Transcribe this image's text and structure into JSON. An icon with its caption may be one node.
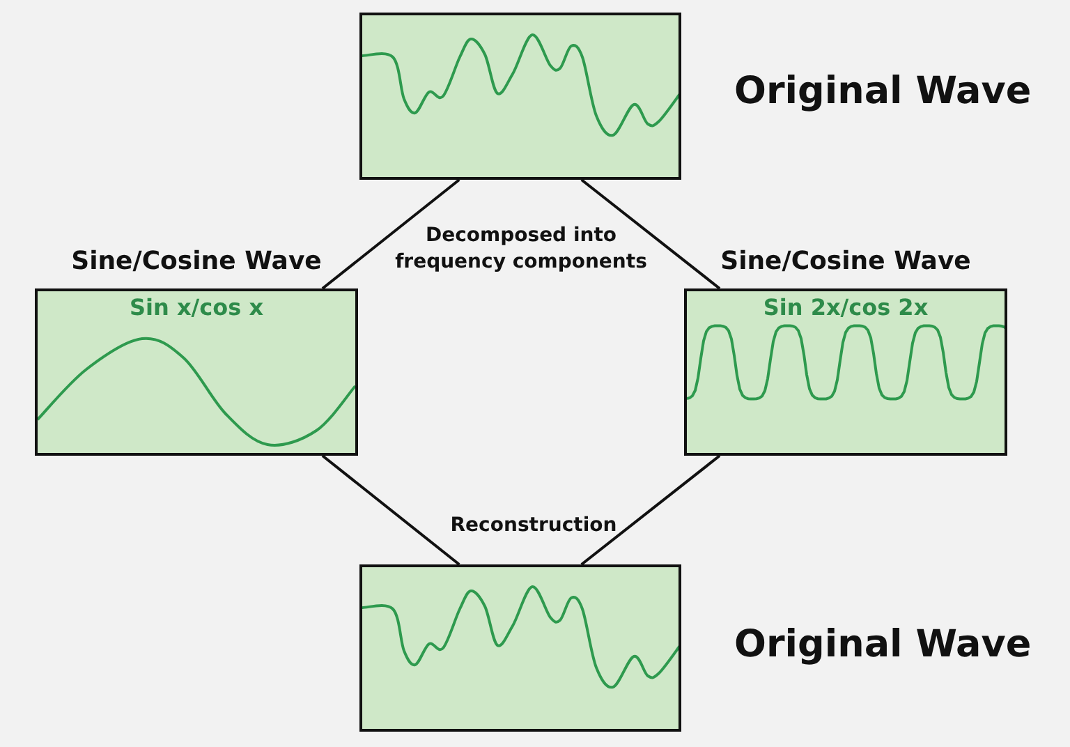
{
  "diagram": {
    "nodes": [
      {
        "text": [],
        "shape": "picture",
        "beside": [
          "Original Wave"
        ]
      },
      {
        "text": [
          "Sine/Cosine Wave",
          "Sin x/cos x"
        ]
      },
      {
        "text": [
          "Sine/Cosine Wave",
          "Sin 2x/cos 2x"
        ]
      },
      {
        "text": [],
        "shape": "picture",
        "beside": [
          "Original Wave"
        ]
      }
    ],
    "edges": [
      {
        "from": 0,
        "to": 1,
        "arrow": "none"
      },
      {
        "from": 0,
        "to": 2,
        "arrow": "none"
      },
      {
        "from": 1,
        "to": 3,
        "arrow": "none"
      },
      {
        "from": 2,
        "to": 3,
        "arrow": "none"
      }
    ],
    "labels": [
      "Decomposed into frequency components",
      "Reconstruction"
    ]
  }
}
